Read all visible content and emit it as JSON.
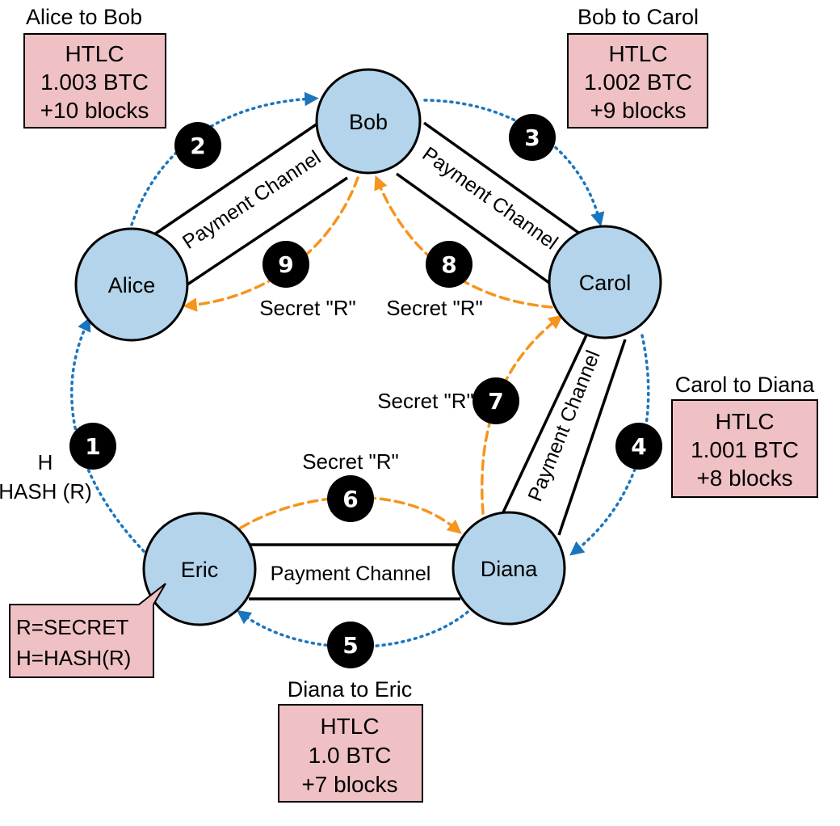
{
  "nodes": {
    "alice": "Alice",
    "bob": "Bob",
    "carol": "Carol",
    "diana": "Diana",
    "eric": "Eric"
  },
  "channel_label": "Payment Channel",
  "htlc_boxes": {
    "alice_bob": {
      "title": "Alice to Bob",
      "lines": [
        "HTLC",
        "1.003 BTC",
        "+10 blocks"
      ]
    },
    "bob_carol": {
      "title": "Bob to Carol",
      "lines": [
        "HTLC",
        "1.002 BTC",
        "+9 blocks"
      ]
    },
    "carol_diana": {
      "title": "Carol to Diana",
      "lines": [
        "HTLC",
        "1.001 BTC",
        "+8 blocks"
      ]
    },
    "diana_eric": {
      "title": "Diana to Eric",
      "lines": [
        "HTLC",
        "1.0 BTC",
        "+7 blocks"
      ]
    }
  },
  "secret_note": {
    "lines": [
      "R=SECRET",
      "H=HASH(R)"
    ]
  },
  "hash_label": {
    "lines": [
      "H",
      "HASH (R)"
    ]
  },
  "secret_label": "Secret \"R\"",
  "steps": [
    "1",
    "2",
    "3",
    "4",
    "5",
    "6",
    "7",
    "8",
    "9"
  ],
  "colors": {
    "node_fill": "#b3d4ea",
    "node_stroke": "#000000",
    "box_fill": "#efc1c4",
    "forward_arrow": "#1b75bc",
    "return_arrow": "#f7941d",
    "badge": "#000000"
  }
}
